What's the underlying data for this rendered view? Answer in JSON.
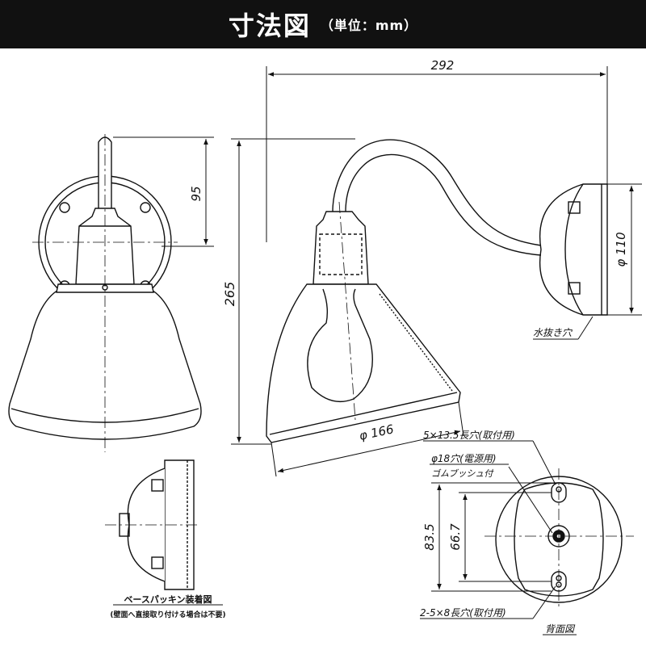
{
  "header": {
    "title": "寸法図",
    "unit": "（単位：mm）"
  },
  "dimensions": {
    "overall_width": "292",
    "overall_height": "265",
    "arm_height": "95",
    "base_diameter": "φ 110",
    "shade_diameter": "φ 166",
    "hole_pitch_outer": "83.5",
    "hole_pitch_inner": "66.7"
  },
  "labels": {
    "drain_hole": "水抜き穴",
    "top_slot": "5×13.5長穴(取付用)",
    "center_hole": "φ18穴(電源用)",
    "grommet": "ゴムブッシュ付",
    "bottom_slot": "2-5×8長穴(取付用)",
    "back_view": "背面図",
    "base_packing_title": "ベースパッキン装着図",
    "base_packing_note": "(壁面へ直接取り付ける場合は不要)"
  },
  "colors": {
    "header_bg": "#111111",
    "line": "#111111"
  }
}
